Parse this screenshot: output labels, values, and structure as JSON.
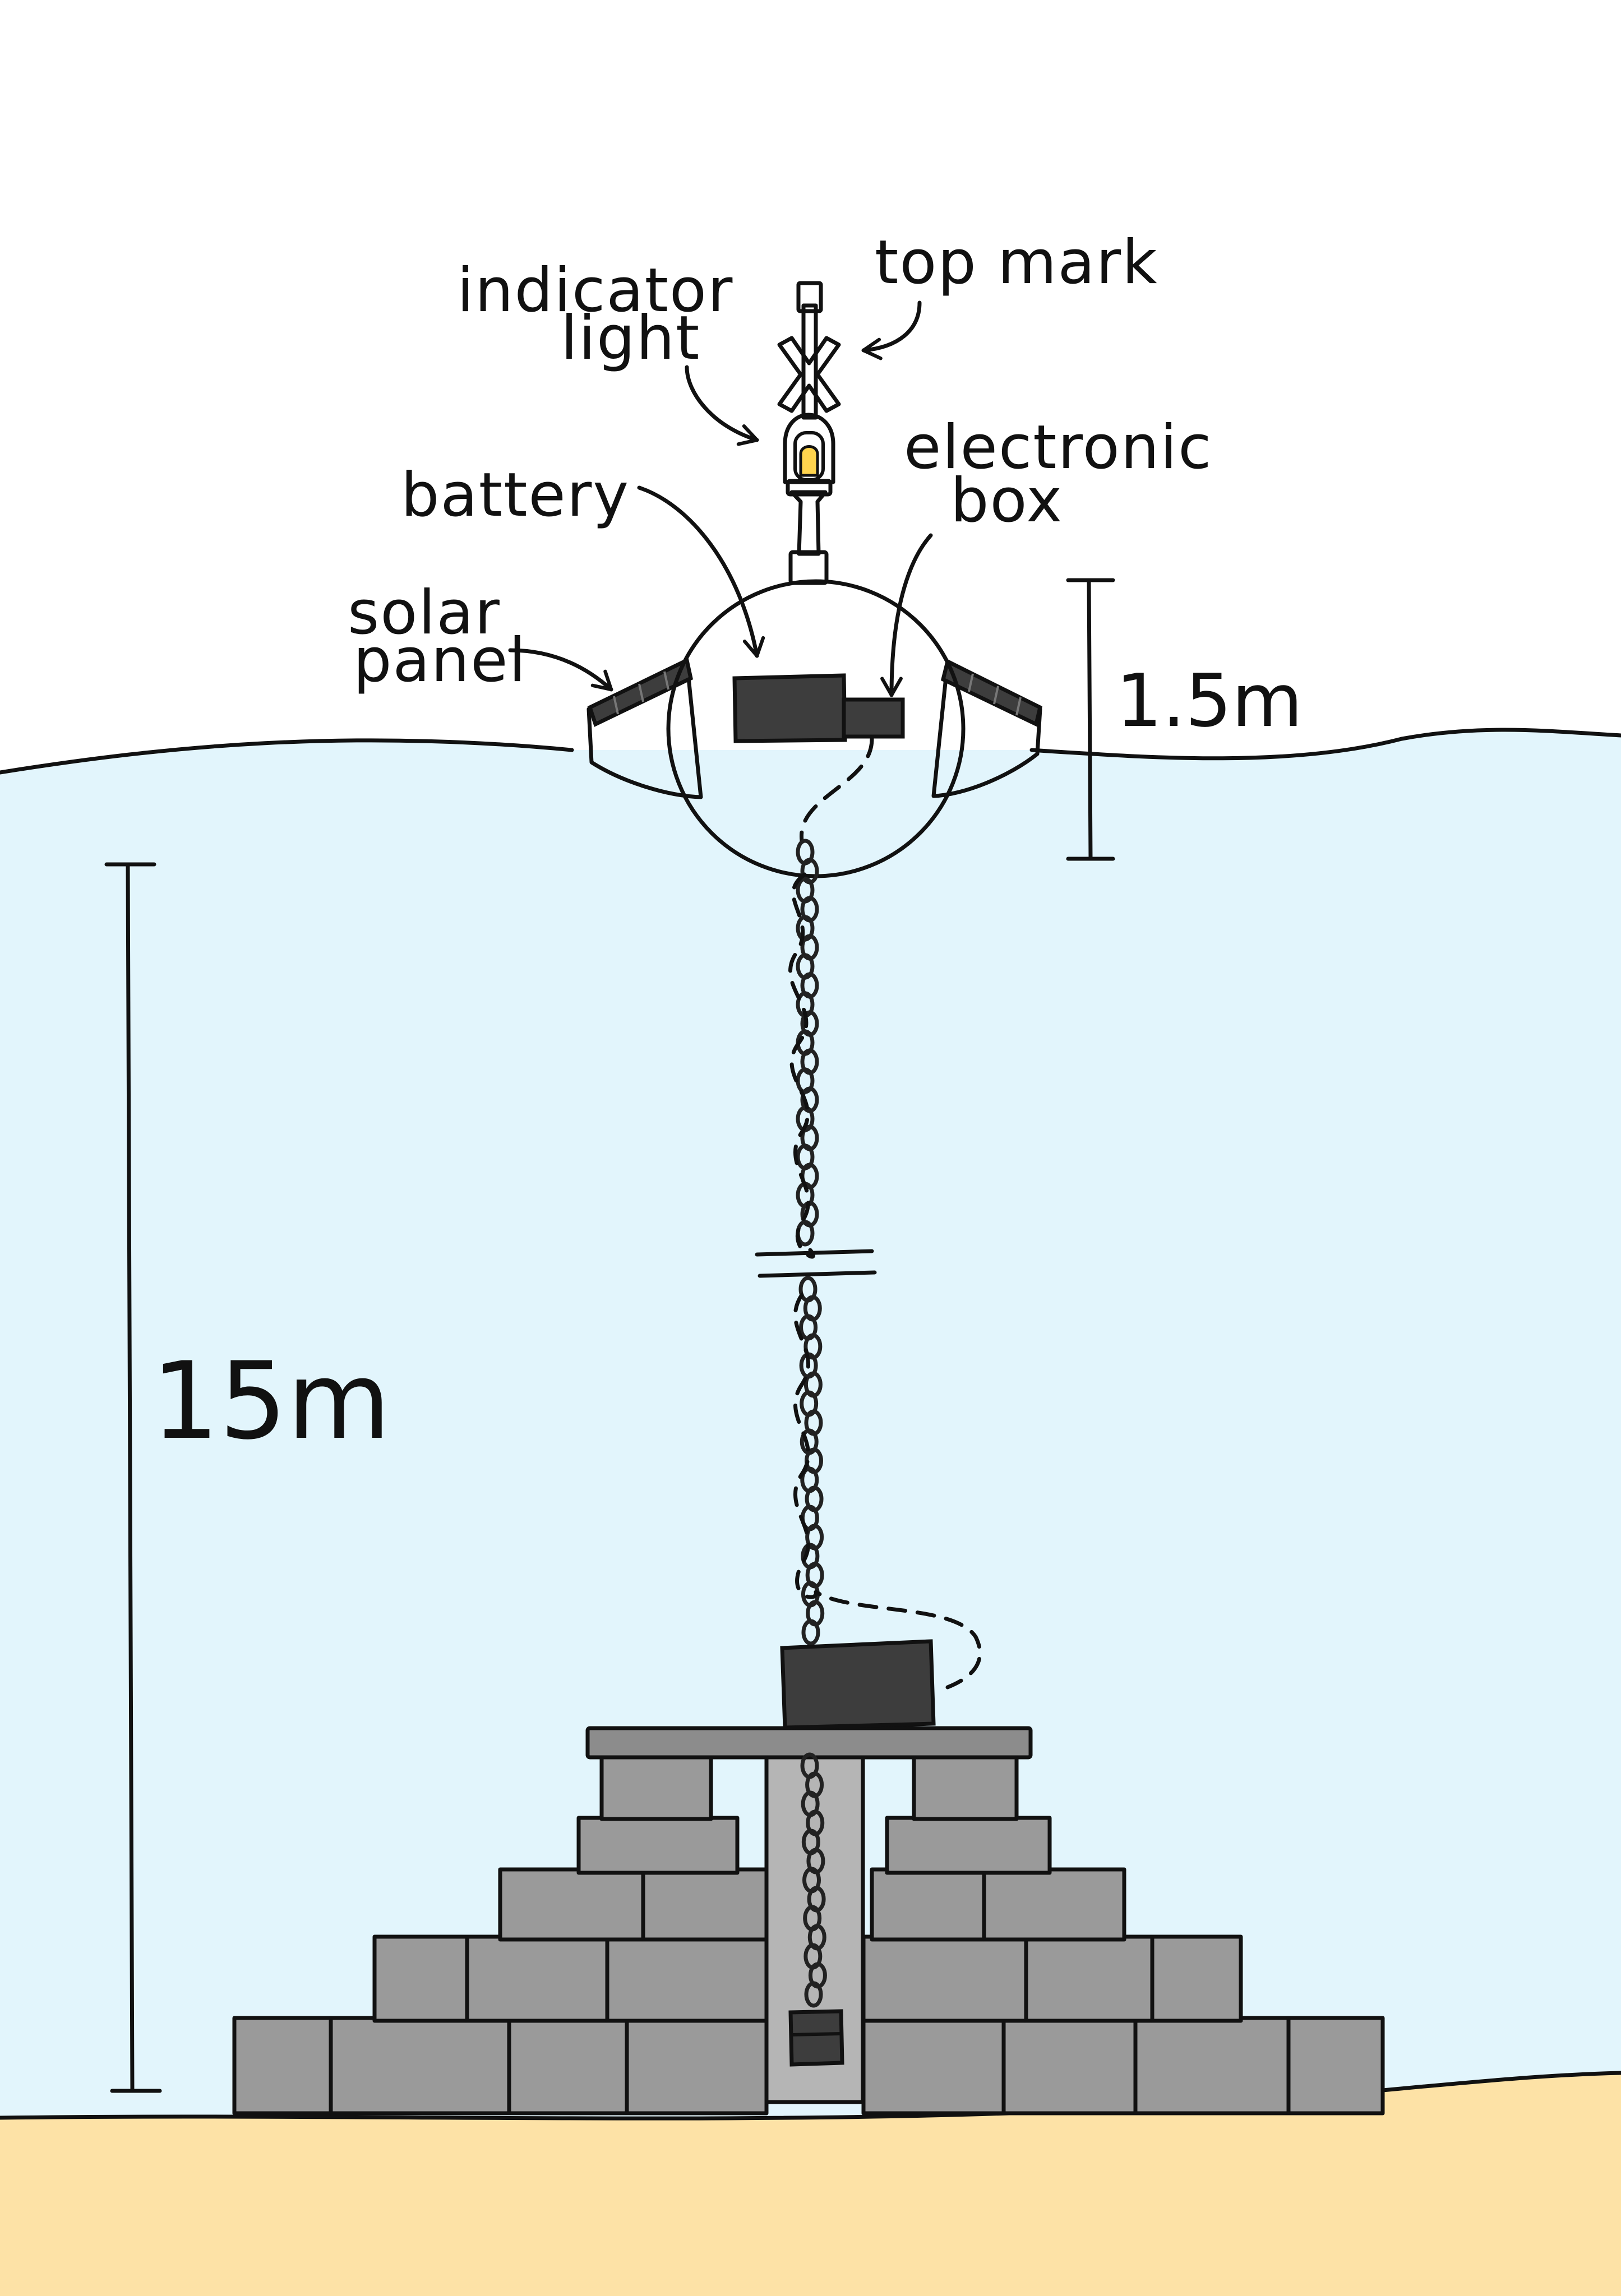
{
  "labels": {
    "indicator_light": [
      "indicator",
      "light"
    ],
    "top_mark": "top mark",
    "battery": "battery",
    "electronic_box": [
      "electronic",
      "box"
    ],
    "solar_panel": [
      "solar",
      "panel"
    ]
  },
  "dimensions": {
    "buoy_height": "1.5m",
    "water_depth": "15m"
  },
  "colors": {
    "sky": "#ffffff",
    "water": "#e2f5fc",
    "seabed": "#fde2a6",
    "buoy": "#ffd44e",
    "component": "#3d3d3d",
    "concrete": "#9a9a9a",
    "slab": "#8c8c8c",
    "ink": "#111111"
  }
}
